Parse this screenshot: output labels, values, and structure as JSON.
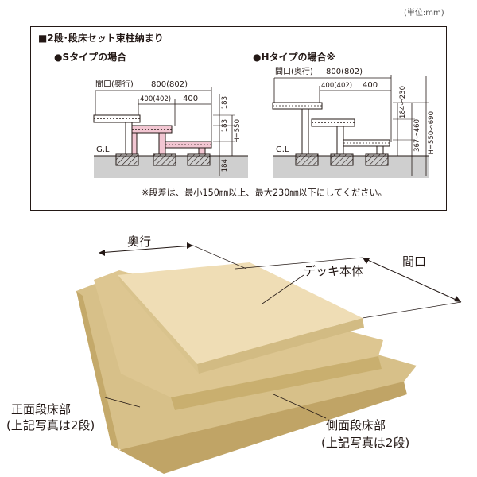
{
  "header": {
    "unit": "(単位:mm)"
  },
  "panel": {
    "heading": "■2段･段床セット束柱納まり",
    "s_type": {
      "title": "●Sタイプの場合",
      "width_label": "間口(奥行)",
      "width_total": "800(802)",
      "width_left": "400(402)",
      "width_right": "400",
      "step_top": "183",
      "step_mid": "183",
      "step_low": "184",
      "height": "H=550",
      "ground": "G.L"
    },
    "h_type": {
      "title": "●Hタイプの場合※",
      "width_label": "間口(奥行)",
      "width_total": "800(802)",
      "width_left": "400(402)",
      "width_right": "400",
      "step_top": "184～230",
      "step_low": "367～460",
      "height": "H=550～690",
      "ground": "G.L"
    },
    "note": "※段差は、最小150㎜以上、最大230㎜以下にしてください。"
  },
  "illustration": {
    "depth": "奥行",
    "frontage": "間口",
    "deck_body": "デッキ本体",
    "front_step_title": "正面段床部",
    "front_step_note": "(上記写真は2段)",
    "side_step_title": "側面段床部",
    "side_step_note": "(上記写真は2段)"
  },
  "colors": {
    "deck_top": "#EFDDB5",
    "deck_side": "#D9C38D",
    "step_top": "#D7C089",
    "step_side": "#C9AF6F",
    "pink_post": "#F2C6D2",
    "ground": "#CFCFCF"
  }
}
